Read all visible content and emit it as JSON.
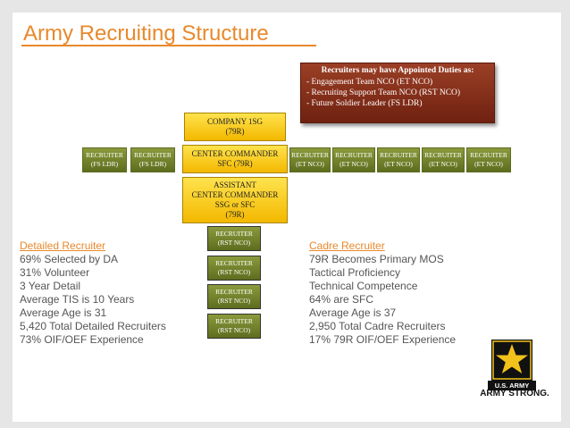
{
  "title": "Army Recruiting Structure",
  "callout": {
    "title": "Recruiters may have Appointed Duties as:",
    "lines": [
      "- Engagement Team NCO (ET NCO)",
      "- Recruiting Support Team NCO (RST NCO)",
      "- Future Soldier Leader (FS LDR)"
    ]
  },
  "org": {
    "company_1sg": [
      "COMPANY 1SG",
      "(79R)"
    ],
    "center_commander": [
      "CENTER COMMANDER",
      "SFC (79R)"
    ],
    "assistant": [
      "ASSISTANT",
      "CENTER COMMANDER",
      "SSG  or  SFC",
      "(79R)"
    ],
    "fs_ldr": [
      [
        "RECRUITER",
        "(FS LDR)"
      ],
      [
        "RECRUITER",
        "(FS LDR)"
      ]
    ],
    "et_nco": [
      [
        "RECRUITER",
        "(ET NCO)"
      ],
      [
        "RECRUITER",
        "(ET NCO)"
      ],
      [
        "RECRUITER",
        "(ET NCO)"
      ],
      [
        "RECRUITER",
        "(ET NCO)"
      ],
      [
        "RECRUITER",
        "(ET NCO)"
      ]
    ],
    "rst_nco": [
      [
        "RECRUITER",
        "(RST NCO)"
      ],
      [
        "RECRUITER",
        "(RST NCO)"
      ],
      [
        "RECRUITER",
        "(RST NCO)"
      ],
      [
        "RECRUITER",
        "(RST NCO)"
      ]
    ]
  },
  "detailed": {
    "heading": "Detailed Recruiter",
    "lines": [
      "69% Selected by DA",
      "31% Volunteer",
      "3 Year Detail",
      "Average TIS is 10 Years",
      "Average Age is 31",
      "5,420 Total Detailed Recruiters",
      "73% OIF/OEF Experience"
    ]
  },
  "cadre": {
    "heading": "Cadre Recruiter",
    "lines": [
      "79R Becomes Primary MOS",
      "Tactical Proficiency",
      "Technical Competence",
      "64% are SFC",
      "Average Age is 37",
      "2,950 Total Cadre Recruiters",
      "17% 79R OIF/OEF Experience"
    ]
  },
  "logo": {
    "badge_text": "U.S. ARMY",
    "tagline": "ARMY STRONG.",
    "colors": {
      "black": "#111111",
      "gold": "#f2c21b"
    }
  }
}
